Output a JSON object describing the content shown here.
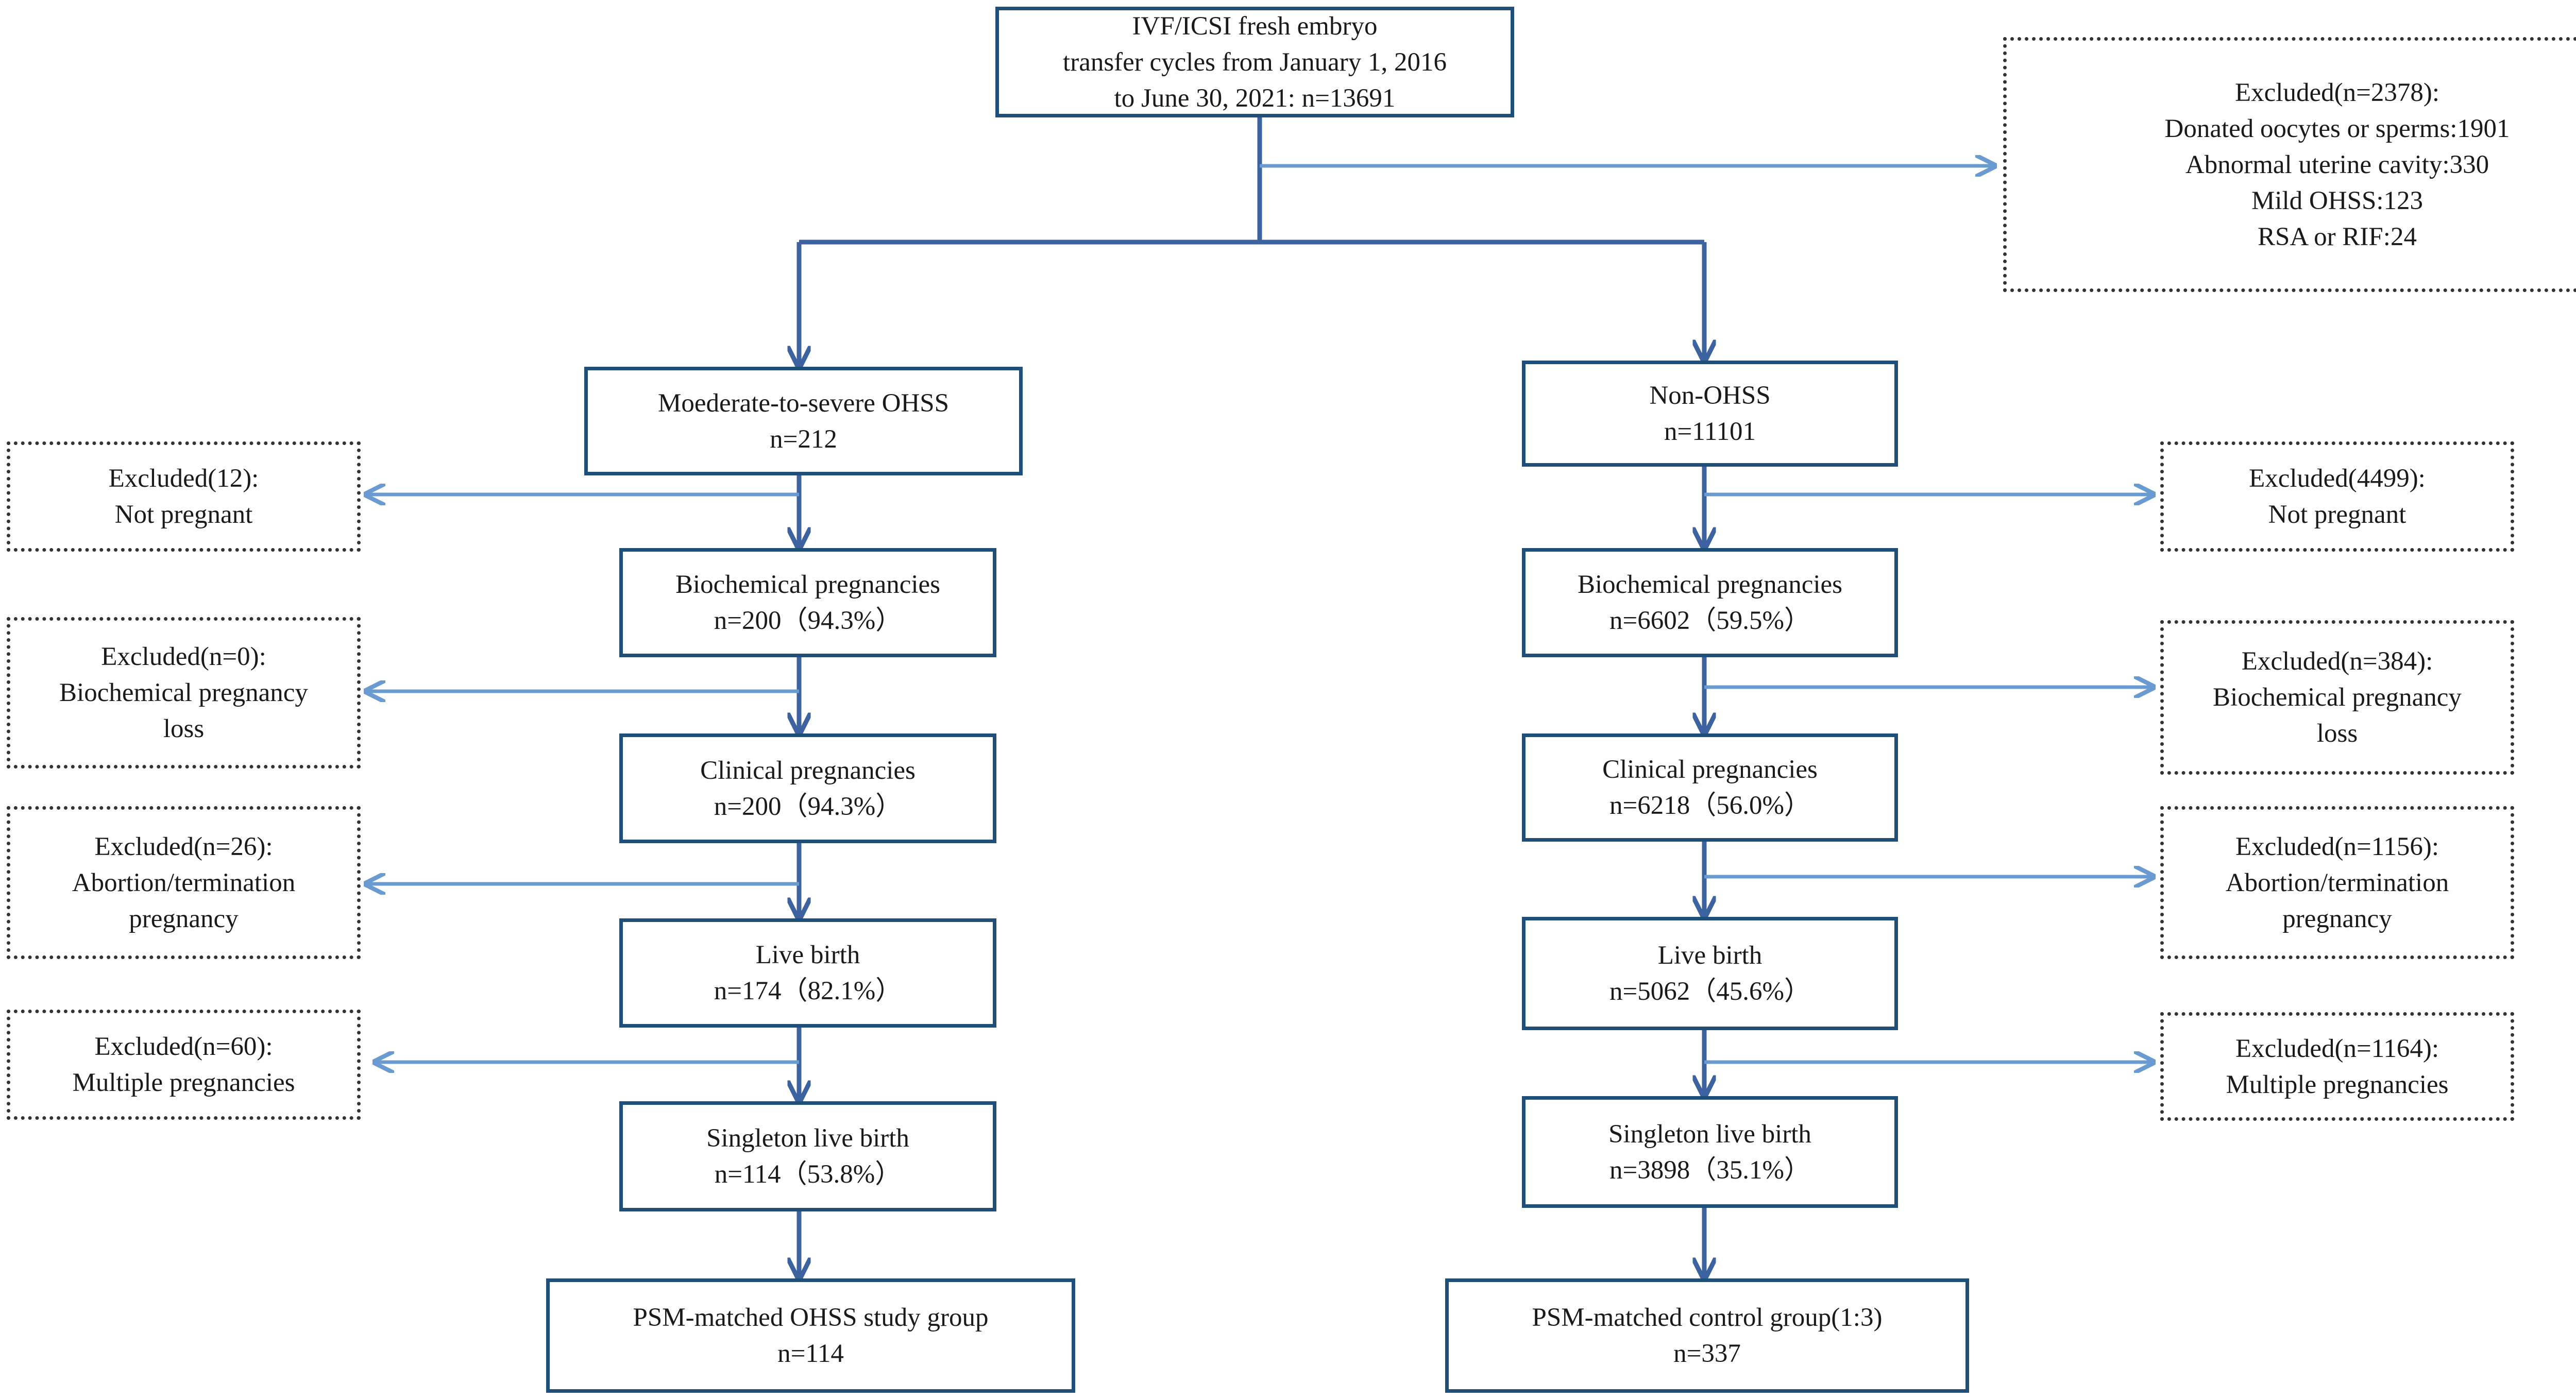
{
  "top": {
    "lines": [
      "IVF/ICSI fresh embryo",
      "transfer cycles from January 1, 2016",
      "to June 30, 2021: n=13691"
    ]
  },
  "excluded_top": {
    "lines": [
      "Excluded(n=2378):",
      "Donated oocytes or sperms:1901",
      "Abnormal uterine cavity:330",
      "Mild OHSS:123",
      "RSA or RIF:24"
    ]
  },
  "left": {
    "group": [
      "Moederate-to-severe OHSS",
      "n=212"
    ],
    "biochemical": [
      "Biochemical pregnancies",
      "n=200（94.3%）"
    ],
    "clinical": [
      "Clinical pregnancies",
      "n=200（94.3%）"
    ],
    "live_birth": [
      "Live birth",
      "n=174（82.1%）"
    ],
    "singleton": [
      "Singleton live birth",
      "n=114（53.8%）"
    ],
    "matched": [
      "PSM-matched OHSS study group",
      "n=114"
    ],
    "excl_not_pregnant": [
      "Excluded(12):",
      "Not pregnant"
    ],
    "excl_biochem_loss": [
      "Excluded(n=0):",
      "Biochemical pregnancy",
      "loss"
    ],
    "excl_abortion": [
      "Excluded(n=26):",
      "Abortion/termination",
      "pregnancy"
    ],
    "excl_multiple": [
      "Excluded(n=60):",
      "Multiple pregnancies"
    ]
  },
  "right": {
    "group": [
      "Non-OHSS",
      "n=11101"
    ],
    "biochemical": [
      "Biochemical pregnancies",
      "n=6602（59.5%）"
    ],
    "clinical": [
      "Clinical pregnancies",
      "n=6218（56.0%）"
    ],
    "live_birth": [
      "Live birth",
      "n=5062（45.6%）"
    ],
    "singleton": [
      "Singleton live birth",
      "n=3898（35.1%）"
    ],
    "matched": [
      "PSM-matched control group(1:3)",
      "n=337"
    ],
    "excl_not_pregnant": [
      "Excluded(4499):",
      "Not pregnant"
    ],
    "excl_biochem_loss": [
      "Excluded(n=384):",
      "Biochemical pregnancy",
      "loss"
    ],
    "excl_abortion": [
      "Excluded(n=1156):",
      "Abortion/termination",
      "pregnancy"
    ],
    "excl_multiple": [
      "Excluded(n=1164):",
      "Multiple pregnancies"
    ]
  },
  "colors": {
    "main_arrow": "#3d62a0",
    "exclusion_arrow": "#6a9bd0",
    "box_border": "#1f4e79",
    "dotted_border": "#333333"
  }
}
